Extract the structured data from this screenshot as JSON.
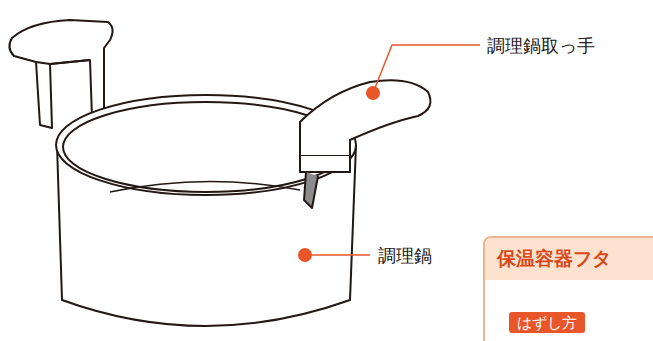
{
  "diagram": {
    "nodes": [
      {
        "text": [
          "保温容器フタ"
        ]
      },
      {
        "text": [
          "はずし方"
        ],
        "in": 0
      }
    ],
    "labels": [
      "調理鍋取っ手",
      "調理鍋"
    ]
  }
}
